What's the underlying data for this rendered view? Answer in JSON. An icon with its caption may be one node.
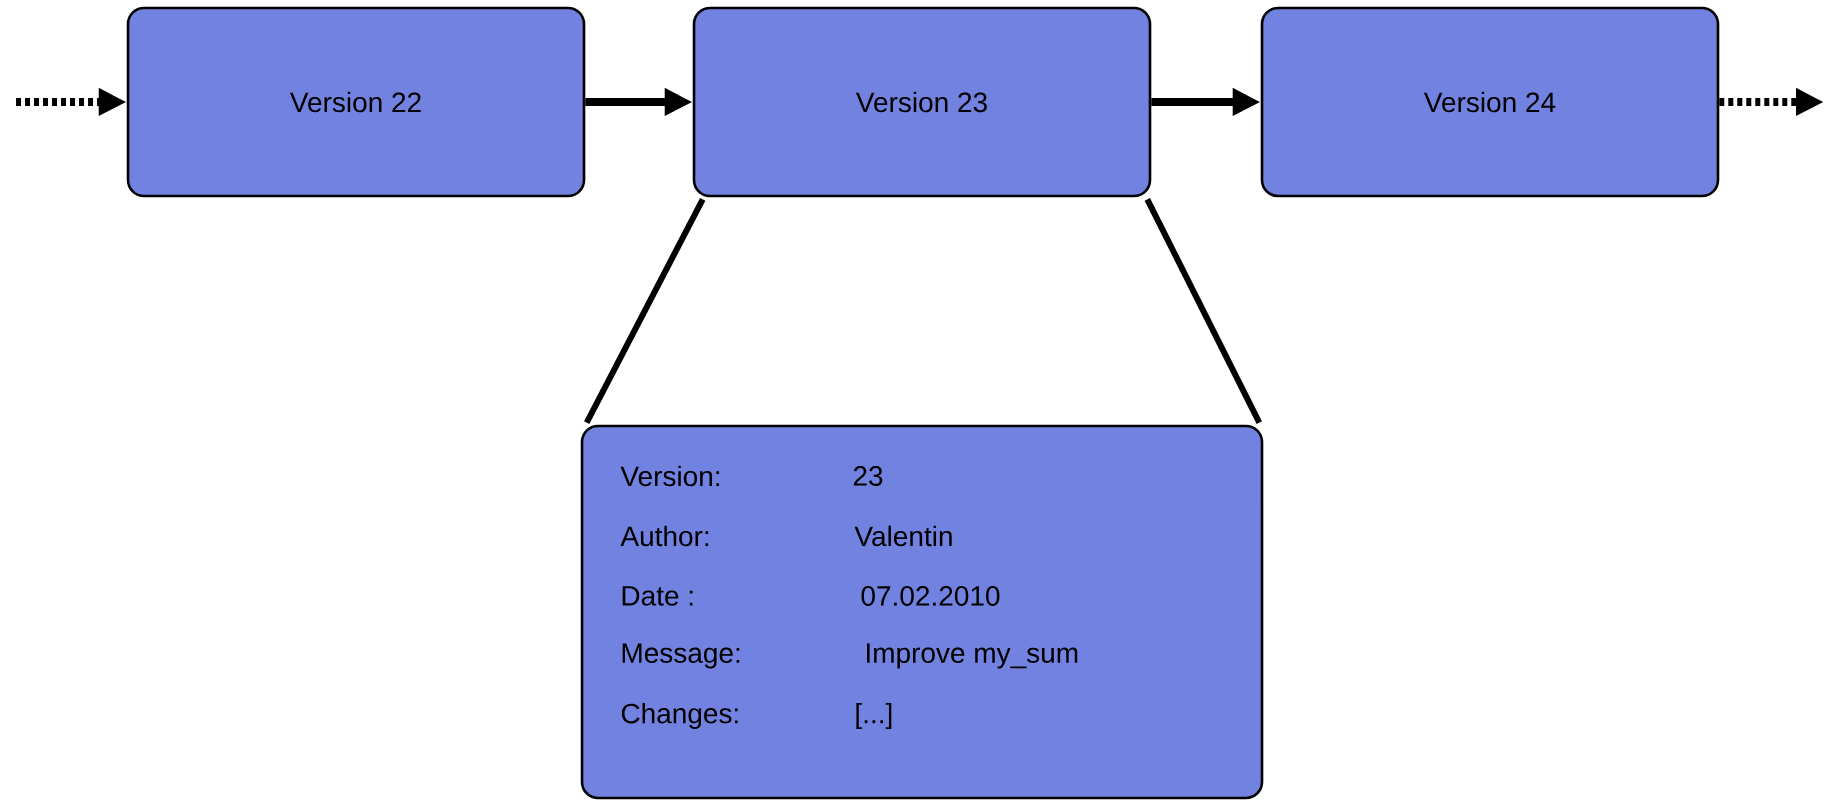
{
  "diagram": {
    "nodes": [
      {
        "text": [
          "Version 22"
        ]
      },
      {
        "text": [
          "Version 23"
        ]
      },
      {
        "text": [
          "Version 24"
        ]
      },
      {
        "text": [
          "Version:",
          "23",
          "Author:",
          "Valentin",
          "Date   :",
          "07.02.2010",
          "Message:",
          "Improve my_sum",
          "Changes:",
          "[...]"
        ]
      }
    ],
    "edges": [
      {
        "from": null,
        "to": 0,
        "arrow": "to",
        "style": "dashed"
      },
      {
        "from": 0,
        "to": 1,
        "arrow": "to"
      },
      {
        "from": 1,
        "to": 2,
        "arrow": "to"
      },
      {
        "from": 2,
        "to": null,
        "arrow": "to",
        "style": "dashed"
      },
      {
        "from": 1,
        "to": 3,
        "arrow": "none"
      },
      {
        "from": 1,
        "to": 3,
        "arrow": "none"
      }
    ]
  }
}
